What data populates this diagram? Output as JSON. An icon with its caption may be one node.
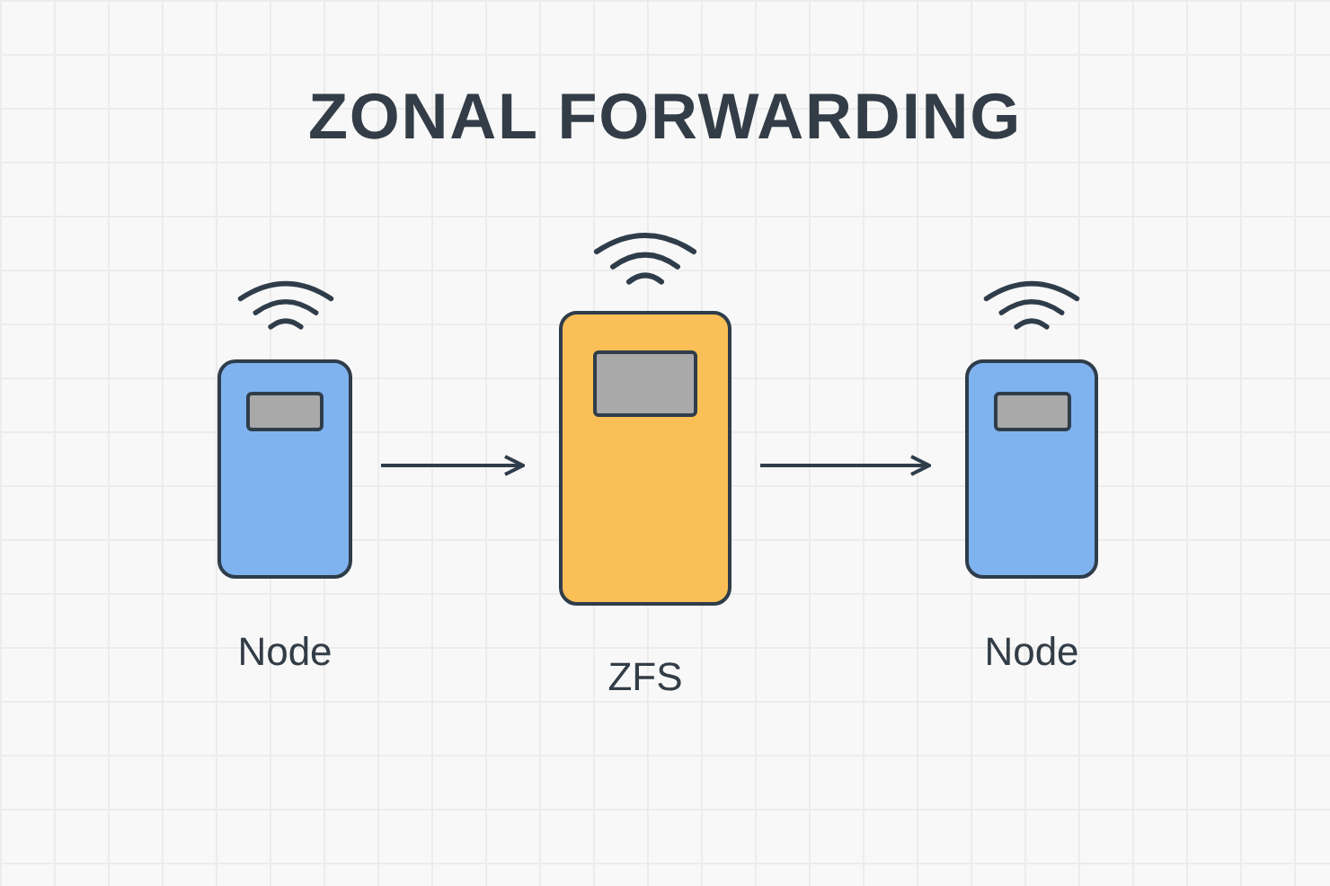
{
  "diagram": {
    "title": "ZONAL FORWARDING",
    "nodes": [
      {
        "text": [
          "Node"
        ]
      },
      {
        "text": [
          "ZFS"
        ]
      },
      {
        "text": [
          "Node"
        ]
      }
    ],
    "edges": [
      {
        "from": 0,
        "to": 1,
        "arrow": "to"
      },
      {
        "from": 1,
        "to": 2,
        "arrow": "to"
      }
    ]
  }
}
